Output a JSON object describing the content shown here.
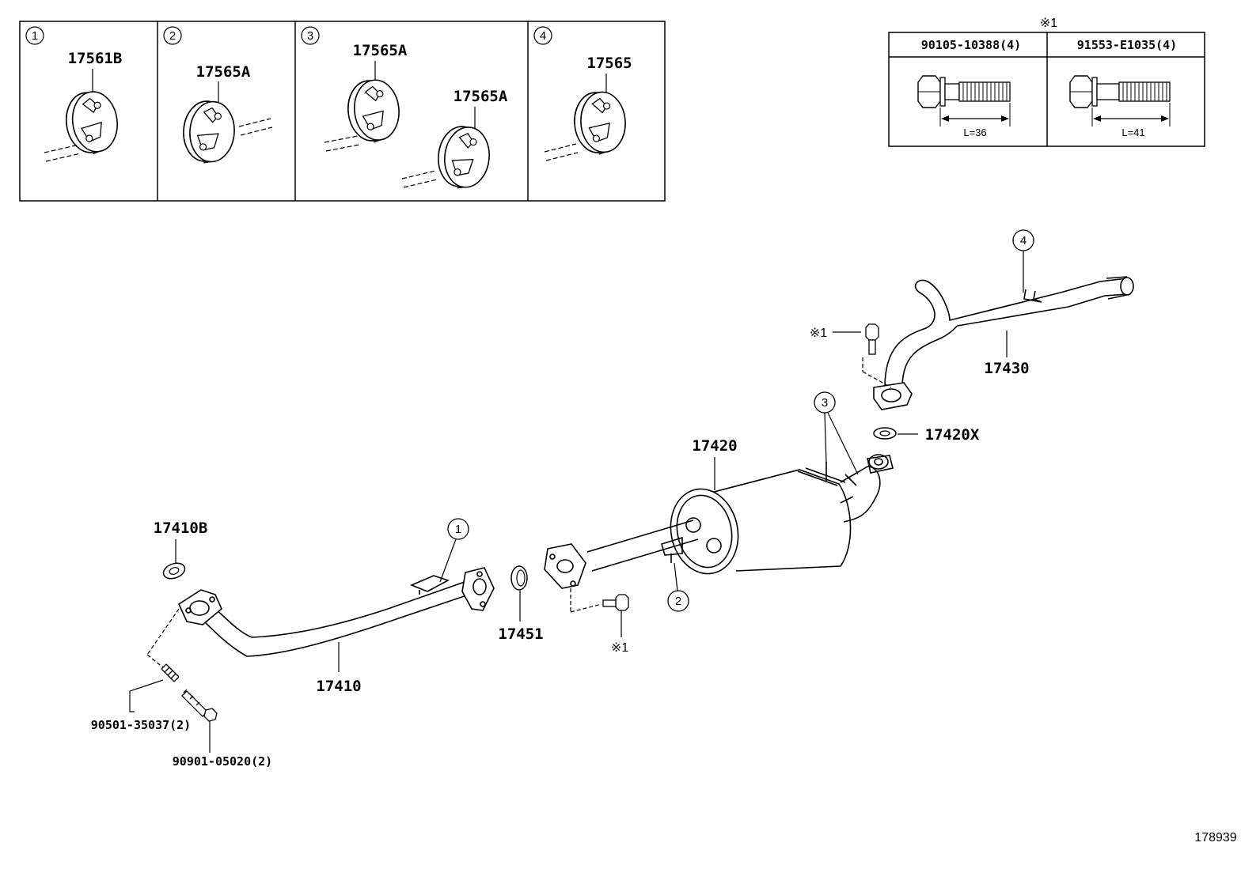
{
  "legend_boxes": [
    {
      "index": "1",
      "parts": [
        "17561B"
      ]
    },
    {
      "index": "2",
      "parts": [
        "17565A"
      ]
    },
    {
      "index": "3",
      "parts": [
        "17565A",
        "17565A"
      ]
    },
    {
      "index": "4",
      "parts": [
        "17565"
      ]
    }
  ],
  "bolt_table": {
    "marker": "※1",
    "columns": [
      {
        "header": "90105-10388(4)",
        "dimension": "L=36"
      },
      {
        "header": "91553-E1035(4)",
        "dimension": "L=41"
      }
    ]
  },
  "callouts": {
    "c_17430": "17430",
    "c_17420x": "17420X",
    "c_17420": "17420",
    "c_17410b": "17410B",
    "c_17451": "17451",
    "c_17410": "17410",
    "c_90501": "90501-35037(2)",
    "c_90901": "90901-05020(2)",
    "mark_bolt_upper": "※1",
    "mark_bolt_lower": "※1",
    "circle_1": "1",
    "circle_2": "2",
    "circle_3": "3",
    "circle_4": "4"
  },
  "diagram_code": "178939"
}
